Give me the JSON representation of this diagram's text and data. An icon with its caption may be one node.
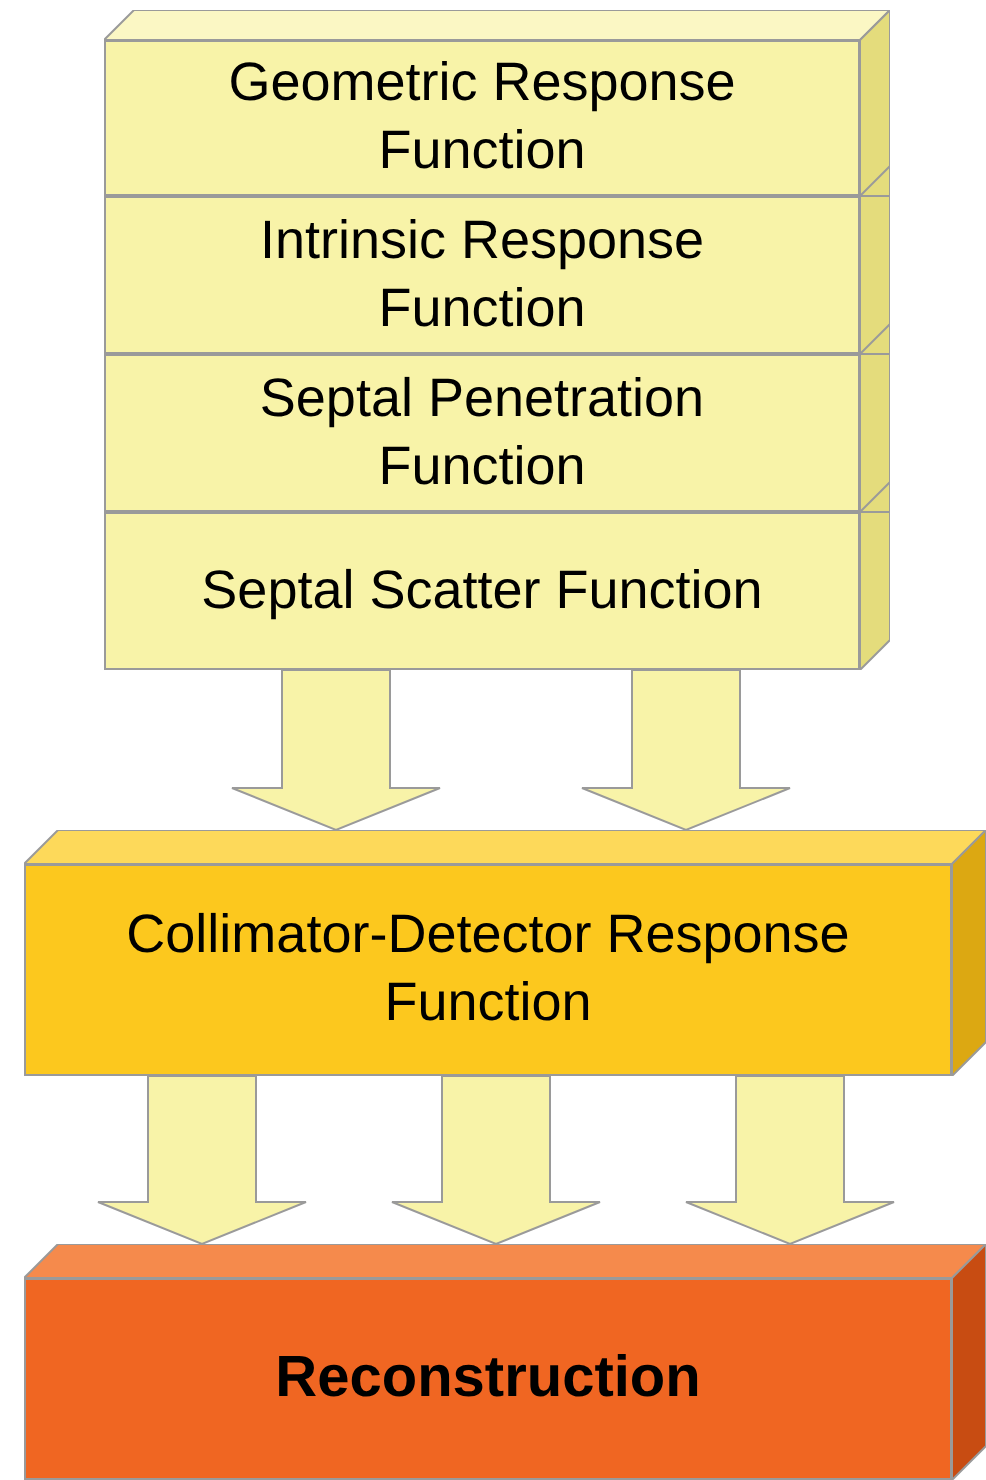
{
  "diagram": {
    "nodes": [
      {
        "text": [
          "Geometric Response Function"
        ]
      },
      {
        "text": [
          "Intrinsic Response Function"
        ]
      },
      {
        "text": [
          "Septal Penetration Function"
        ]
      },
      {
        "text": [
          "Septal Scatter Function"
        ]
      },
      {
        "text": [
          "Collimator-Detector Response Function"
        ]
      },
      {
        "text": [
          "Reconstruction"
        ]
      }
    ],
    "edges": [
      {
        "from": 3,
        "to": 4,
        "arrow": "to"
      },
      {
        "from": 3,
        "to": 4,
        "arrow": "to"
      },
      {
        "from": 4,
        "to": 5,
        "arrow": "to"
      },
      {
        "from": 4,
        "to": 5,
        "arrow": "to"
      },
      {
        "from": 4,
        "to": 5,
        "arrow": "to"
      }
    ]
  }
}
